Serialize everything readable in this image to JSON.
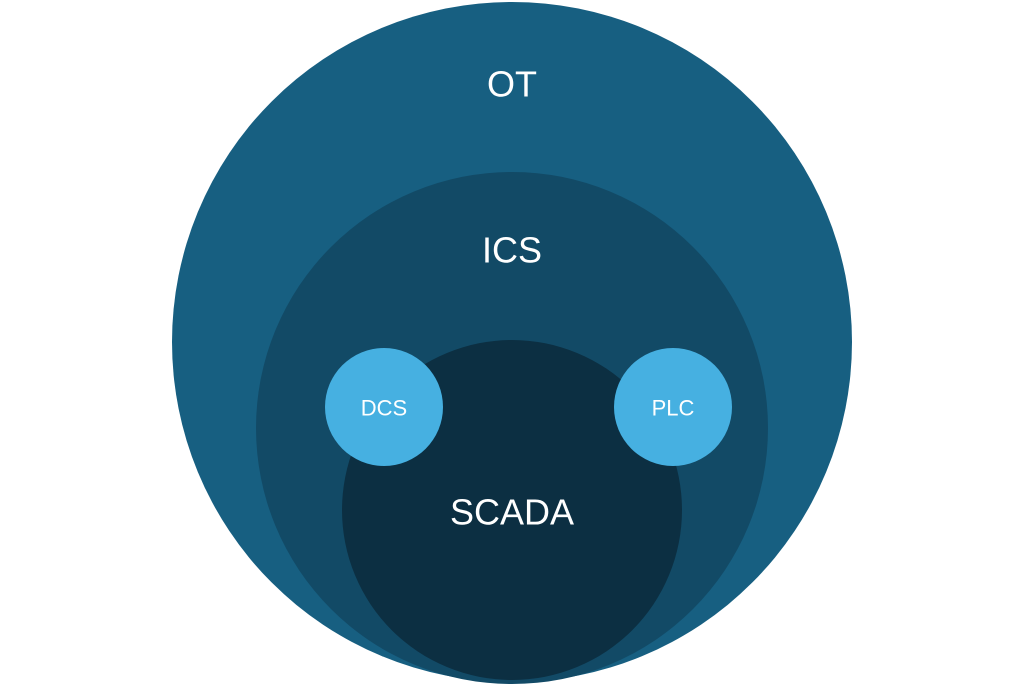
{
  "diagram": {
    "title": "OT / ICS / SCADA relationship",
    "nodes": {
      "ot": {
        "label": "OT",
        "color": "#175f81"
      },
      "ics": {
        "label": "ICS",
        "color": "#124a66"
      },
      "scada": {
        "label": "SCADA",
        "color": "#0c2f42"
      },
      "dcs": {
        "label": "DCS",
        "color": "#46b0e1"
      },
      "plc": {
        "label": "PLC",
        "color": "#46b0e1"
      }
    }
  }
}
